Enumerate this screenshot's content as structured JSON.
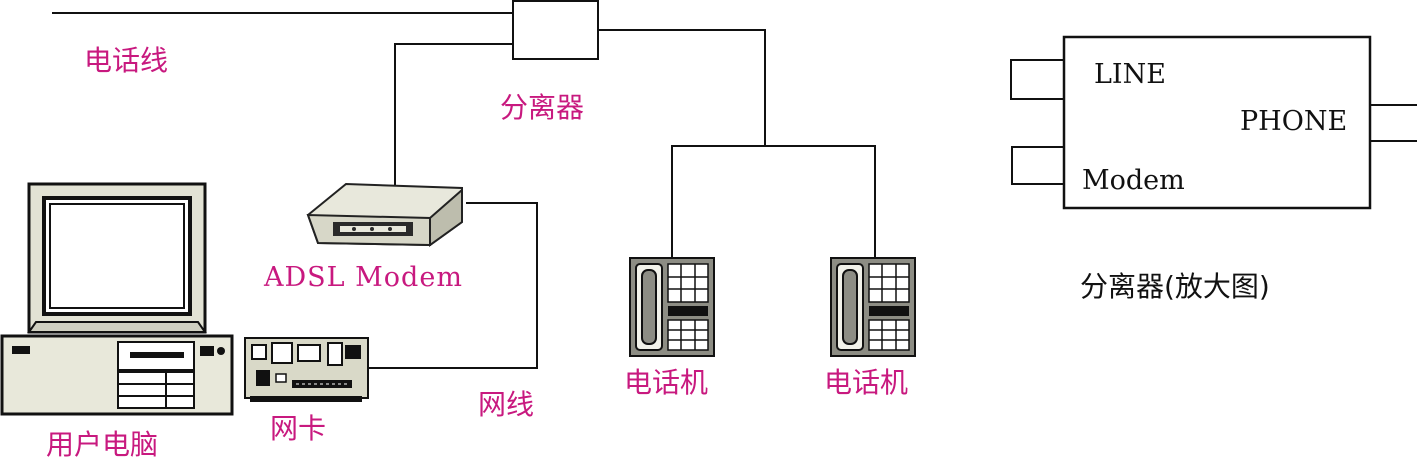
{
  "labels": {
    "phone_line": "电话线",
    "splitter": "分离器",
    "modem": "ADSL Modem",
    "network_cable": "网线",
    "phone_1": "电话机",
    "phone_2": "电话机",
    "nic": "网卡",
    "user_pc": "用户电脑"
  },
  "splitter_detail": {
    "port_line": "LINE",
    "port_phone": "PHONE",
    "port_modem": "Modem",
    "caption": "分离器(放大图)"
  },
  "colors": {
    "label": "#c8197f",
    "device_body": "#e6e6d8",
    "device_dark": "#333333",
    "phone_body": "#8a8a82"
  }
}
